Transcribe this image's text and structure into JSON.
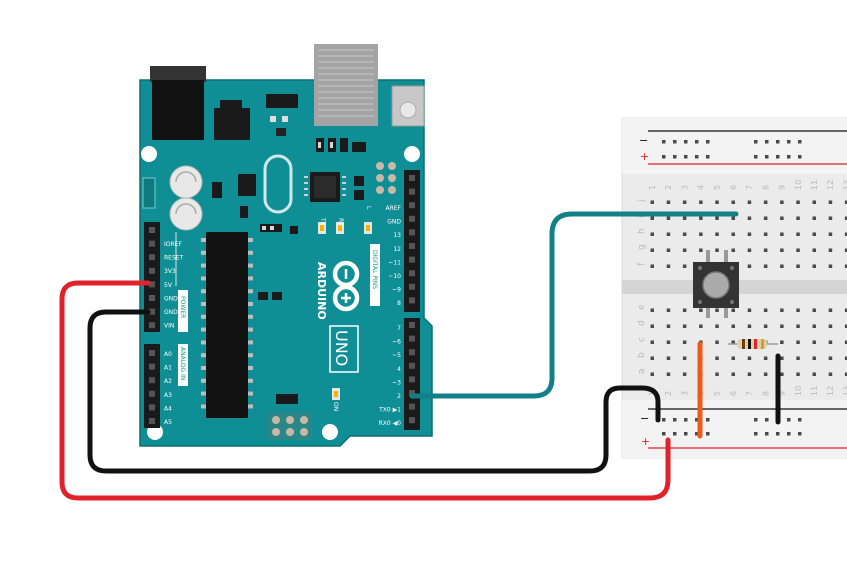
{
  "board": {
    "brand": "ARDUINO",
    "model": "UNO",
    "on_label": "ON",
    "tx_label": "TX",
    "rx_label": "RX",
    "l_label": "L",
    "power_label": "POWER",
    "analog_label": "ANALOG IN",
    "digital_label": "DIGITAL PINS",
    "power_pins": [
      "IOREF",
      "RESET",
      "3V3",
      "5V",
      "GND",
      "GND",
      "VIN"
    ],
    "analog_pins": [
      "A0",
      "A1",
      "A2",
      "A3",
      "A4",
      "A5"
    ],
    "digital_pins_top": [
      "AREF",
      "GND",
      "13",
      "12",
      "~11",
      "~10",
      "~9",
      "8"
    ],
    "digital_pins_bottom": [
      "7",
      "~6",
      "~5",
      "4",
      "~3",
      "2",
      "TX0 ▶1",
      "RX0 ◀0"
    ]
  },
  "breadboard": {
    "column_numbers": [
      "1",
      "2",
      "3",
      "4",
      "5",
      "6",
      "7",
      "8",
      "9",
      "10",
      "11",
      "12",
      "13"
    ],
    "row_letters_top": [
      "j",
      "i",
      "h",
      "g",
      "f"
    ],
    "row_letters_bottom": [
      "e",
      "d",
      "c",
      "b",
      "a"
    ],
    "rail_minus": "−",
    "rail_plus": "+"
  },
  "colors": {
    "board": "#0f8f95",
    "board_edge": "#0a6f74",
    "wire_red": "#e0222b",
    "wire_black": "#111111",
    "wire_teal": "#137f86",
    "wire_orange": "#ef5a16",
    "breadboard": "#ececec"
  }
}
